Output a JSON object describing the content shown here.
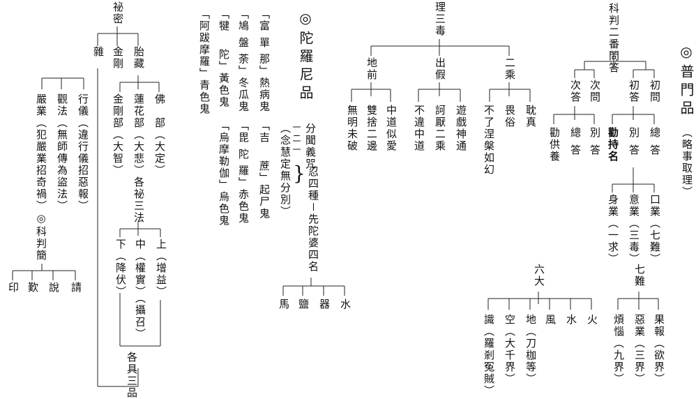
{
  "sections": {
    "dharani": {
      "title": "◎陀羅尼品",
      "fenwen": "分聞義咒",
      "fenwen_num": "一二一",
      "nianhui": "（念慧定無分別）",
      "ren": "忍四種－先陀婆四名",
      "four": [
        "馬",
        "鹽",
        "器",
        "水"
      ],
      "ghosts": [
        "「富 單 那」熱病鬼",
        "「吉　 蔗」起尸鬼",
        "「鳩 盤 荼」冬瓜鬼",
        "「毘 陀 羅」赤色鬼",
        "「犍　 陀」黃色鬼",
        "「烏摩勒伽」烏色鬼",
        "「阿跋摩羅」青色鬼"
      ]
    },
    "secret": {
      "root": "祕密",
      "left": "雜",
      "jingang": "金剛",
      "taizang": "胎藏",
      "practices": [
        "行儀（違行儀招惡報）",
        "觀法（無師傳為盜法）",
        "嚴業（犯嚴業招奇禍）"
      ],
      "kepan": "◎科判簡",
      "kepan_items": [
        "請",
        "說",
        "歎",
        "印"
      ],
      "bu": [
        "佛　部（大定）",
        "蓮花部（大悲）各祕三法",
        "金剛部（大智）"
      ],
      "three": [
        "上（增益）",
        "中（權實）（攝召）",
        "下（降伏）"
      ],
      "gepin": "各具三品"
    },
    "three_poisons": {
      "root": "理三毒",
      "nodes": [
        "地前",
        "出假",
        "二乘"
      ],
      "dichian": [
        "中道似愛",
        "雙捨二邊",
        "無明未破"
      ],
      "chujia": [
        "遊戲神通",
        "訶厭二乘",
        "不違中道"
      ],
      "ercheng": [
        "耽真",
        "畏俗",
        "不了涅槃如幻"
      ]
    },
    "kepan2": {
      "root": "科判二番問答",
      "first": [
        "初問",
        "初答"
      ],
      "second": [
        "次問",
        "次答"
      ],
      "chuda": [
        "總答",
        "別答",
        "勸持名"
      ],
      "ciada": [
        "別答",
        "總答",
        "勸供養"
      ],
      "yie": [
        "口業（七難）",
        "意業（三毒）",
        "身業（一求）"
      ],
      "pumen": "◎普門品",
      "pumen_note": "（略事取理）",
      "liuda": "六大",
      "liuda_items": [
        "火",
        "水",
        "風",
        "地（刀枷等）",
        "空（大千界）",
        "識（羅剎冤賊）"
      ],
      "qinan": "七難",
      "qinan_items": [
        "果報（欲界）",
        "惡業（三界）",
        "煩惱（九界）"
      ]
    }
  }
}
